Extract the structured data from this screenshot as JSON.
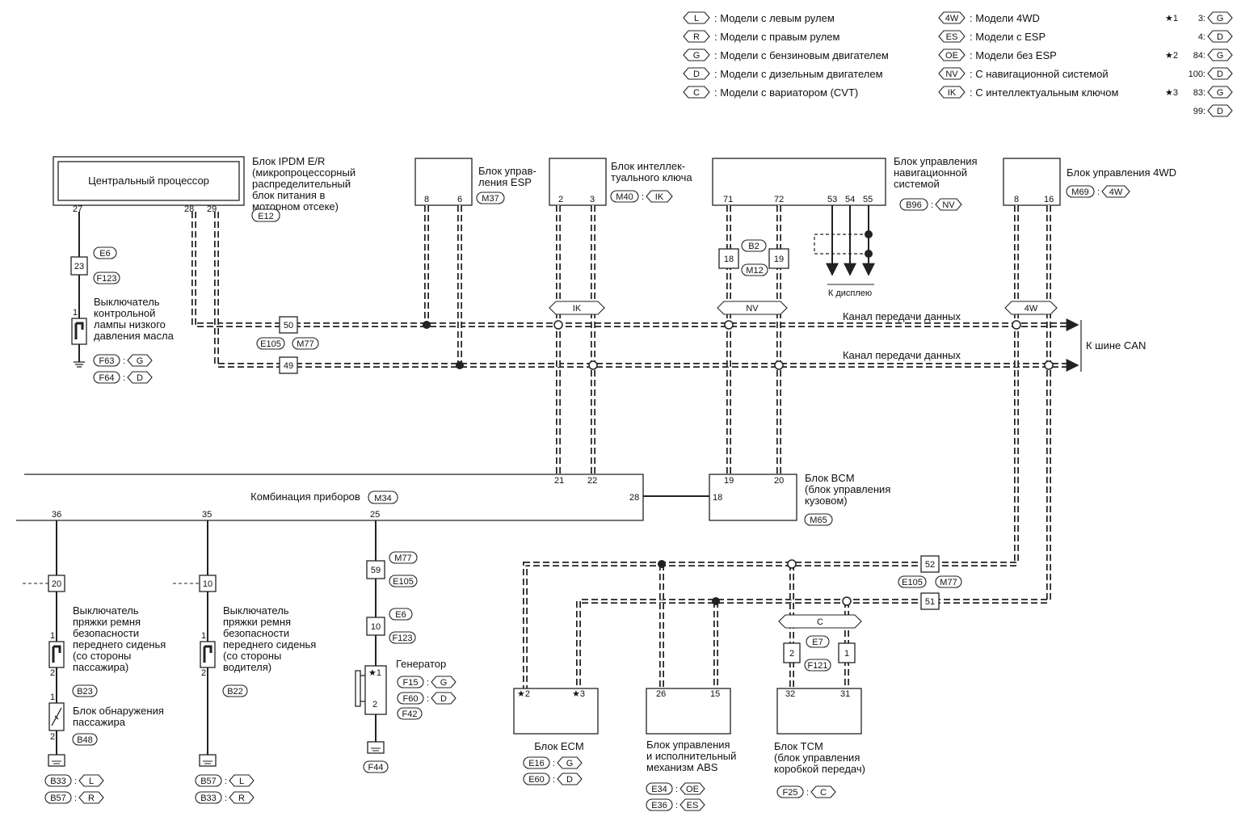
{
  "legend": {
    "items": [
      {
        "code": "L",
        "text": ": Модели с левым рулем"
      },
      {
        "code": "R",
        "text": ": Модели с правым рулем"
      },
      {
        "code": "G",
        "text": ": Модели с бензиновым двигателем"
      },
      {
        "code": "D",
        "text": ": Модели с дизельным двигателем"
      },
      {
        "code": "C",
        "text": ": Модели с вариатором (CVT)"
      },
      {
        "code": "4W",
        "text": ": Модели 4WD"
      },
      {
        "code": "ES",
        "text": ": Модели с ESP"
      },
      {
        "code": "OE",
        "text": ": Модели без ESP"
      },
      {
        "code": "NV",
        "text": ": С навигационной системой"
      },
      {
        "code": "IK",
        "text": ": С интеллектуальным ключом"
      }
    ],
    "stars": [
      {
        "star": "★1",
        "pin": "3:",
        "code": "G"
      },
      {
        "star": "",
        "pin": "4:",
        "code": "D"
      },
      {
        "star": "★2",
        "pin": "84:",
        "code": "G"
      },
      {
        "star": "",
        "pin": "100:",
        "code": "D"
      },
      {
        "star": "★3",
        "pin": "83:",
        "code": "G"
      },
      {
        "star": "",
        "pin": "99:",
        "code": "D"
      }
    ]
  },
  "ipdm": {
    "cpu": "Центральный процессор",
    "title": [
      "Блок IPDM E/R",
      "(микропроцессорный",
      "распределительный",
      "блок питания в",
      "моторном отсеке)"
    ],
    "conn": "E12",
    "pins": [
      "27",
      "28",
      "29"
    ]
  },
  "esp": {
    "title": [
      "Блок управ-",
      "ления ESP"
    ],
    "conn": "M37",
    "pins": [
      "8",
      "6"
    ]
  },
  "ikey": {
    "title": [
      "Блок интеллек-",
      "туального ключа"
    ],
    "conn": "M40",
    "opt": "IK",
    "pins": [
      "2",
      "3"
    ]
  },
  "nav": {
    "title": [
      "Блок управления",
      "навигационной",
      "системой"
    ],
    "conn": "B96",
    "opt": "NV",
    "pins": [
      "71",
      "72",
      "53",
      "54",
      "55"
    ],
    "display": "К дисплею",
    "j_pins": [
      "18",
      "19"
    ],
    "j_conn": [
      "B2",
      "M12"
    ]
  },
  "awd": {
    "title": "Блок управления 4WD",
    "conn": "M69",
    "opt": "4W",
    "pins": [
      "8",
      "16"
    ]
  },
  "can": {
    "line1": "Канал передачи данных",
    "line2": "Канал передачи данных",
    "bus": "К шине CAN",
    "tags": [
      "IK",
      "NV",
      "4W"
    ]
  },
  "oil": {
    "j_pin": "23",
    "j_conns": [
      "E6",
      "F123"
    ],
    "pin": "1",
    "title": [
      "Выключатель",
      "контрольной",
      "лампы низкого",
      "давления масла"
    ],
    "conns": [
      {
        "c": "F63",
        "o": "G"
      },
      {
        "c": "F64",
        "o": "D"
      }
    ]
  },
  "j50": {
    "pins": [
      "50",
      "49"
    ],
    "conns": [
      "E105",
      "M77"
    ]
  },
  "cluster": {
    "title": "Комбинация приборов",
    "conn": "M34",
    "pins": [
      "21",
      "22",
      "28",
      "36",
      "35",
      "25"
    ]
  },
  "bcm": {
    "title": [
      "Блок BCM",
      "(блок управления",
      "кузовом)"
    ],
    "conn": "M65",
    "pins": [
      "19",
      "20",
      "18"
    ]
  },
  "pass": {
    "j": "20",
    "title": [
      "Выключатель",
      "пряжки ремня",
      "безопасности",
      "переднего сиденья",
      "(со стороны",
      "пассажира)"
    ],
    "conn": "B23",
    "pins": [
      "1",
      "2",
      "1",
      "2"
    ],
    "occ": [
      "Блок обнаружения",
      "пассажира"
    ],
    "occ_conn": "B48",
    "gnd": [
      {
        "c": "B33",
        "o": "L"
      },
      {
        "c": "B57",
        "o": "R"
      }
    ]
  },
  "drv": {
    "j": "10",
    "title": [
      "Выключатель",
      "пряжки ремня",
      "безопасности",
      "переднего сиденья",
      "(со стороны",
      "водителя)"
    ],
    "conn": "B22",
    "pins": [
      "1",
      "2"
    ],
    "gnd": [
      {
        "c": "B57",
        "o": "L"
      },
      {
        "c": "B33",
        "o": "R"
      }
    ]
  },
  "gen": {
    "j1": "59",
    "j1c": [
      "M77",
      "E105"
    ],
    "j2": "10",
    "j2c": [
      "E6",
      "F123"
    ],
    "title": "Генератор",
    "pins": [
      "★1",
      "2"
    ],
    "conns": [
      {
        "c": "F15",
        "o": "G"
      },
      {
        "c": "F60",
        "o": "D"
      }
    ],
    "conn3": "F42",
    "gnd": "F44"
  },
  "j52": {
    "pins": [
      "52",
      "51"
    ],
    "conns": [
      "E105",
      "M77"
    ]
  },
  "ecm": {
    "title": "Блок ECM",
    "pins": [
      "★2",
      "★3"
    ],
    "conns": [
      {
        "c": "E16",
        "o": "G"
      },
      {
        "c": "E60",
        "o": "D"
      }
    ]
  },
  "abs": {
    "title": [
      "Блок управления",
      "и исполнительный",
      "механизм ABS"
    ],
    "pins": [
      "26",
      "15"
    ],
    "conns": [
      {
        "c": "E34",
        "o": "OE"
      },
      {
        "c": "E36",
        "o": "ES"
      }
    ]
  },
  "tcm": {
    "title": [
      "Блок TCM",
      "(блок управления",
      "коробкой передач)"
    ],
    "pins": [
      "32",
      "31",
      "2",
      "1"
    ],
    "tag": "C",
    "jc": [
      "E7",
      "F121"
    ],
    "conns": [
      {
        "c": "F25",
        "o": "C"
      }
    ]
  }
}
